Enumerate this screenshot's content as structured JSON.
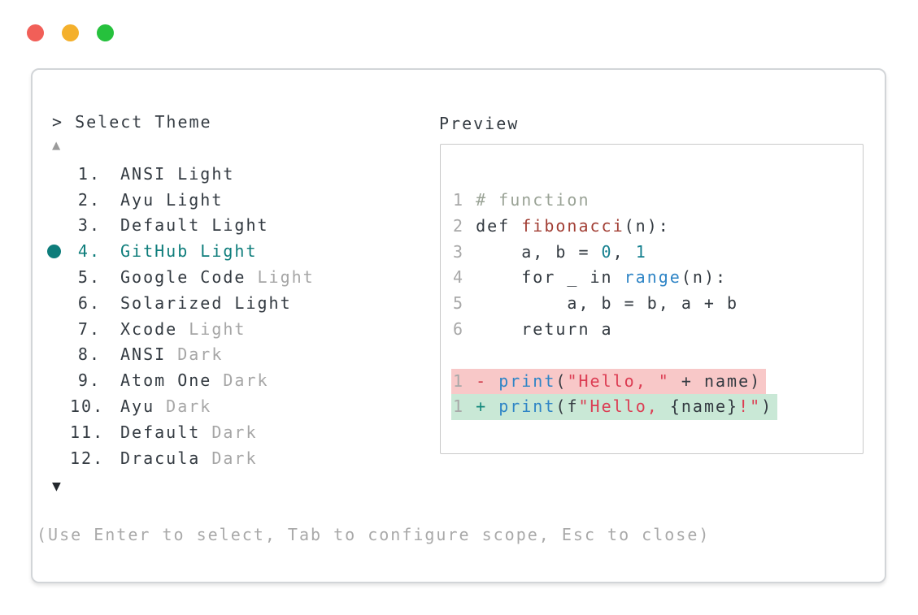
{
  "window": {
    "traffic_lights": [
      {
        "name": "close",
        "color": "#f15f58"
      },
      {
        "name": "minimize",
        "color": "#f4b02c"
      },
      {
        "name": "maximize",
        "color": "#26c13d"
      }
    ]
  },
  "theme_picker": {
    "prompt": "> Select Theme",
    "scroll_up_indicator": "▲",
    "scroll_down_indicator": "▼",
    "items": [
      {
        "number": "1.",
        "name": "ANSI",
        "variant": "Light",
        "variant_dim": false,
        "selected": false
      },
      {
        "number": "2.",
        "name": "Ayu",
        "variant": "Light",
        "variant_dim": false,
        "selected": false
      },
      {
        "number": "3.",
        "name": "Default",
        "variant": "Light",
        "variant_dim": false,
        "selected": false
      },
      {
        "number": "4.",
        "name": "GitHub",
        "variant": "Light",
        "variant_dim": false,
        "selected": true
      },
      {
        "number": "5.",
        "name": "Google Code",
        "variant": "Light",
        "variant_dim": true,
        "selected": false
      },
      {
        "number": "6.",
        "name": "Solarized",
        "variant": "Light",
        "variant_dim": false,
        "selected": false
      },
      {
        "number": "7.",
        "name": "Xcode",
        "variant": "Light",
        "variant_dim": true,
        "selected": false
      },
      {
        "number": "8.",
        "name": "ANSI",
        "variant": "Dark",
        "variant_dim": true,
        "selected": false
      },
      {
        "number": "9.",
        "name": "Atom One",
        "variant": "Dark",
        "variant_dim": true,
        "selected": false
      },
      {
        "number": "10.",
        "name": "Ayu",
        "variant": "Dark",
        "variant_dim": true,
        "selected": false
      },
      {
        "number": "11.",
        "name": "Default",
        "variant": "Dark",
        "variant_dim": true,
        "selected": false
      },
      {
        "number": "12.",
        "name": "Dracula",
        "variant": "Dark",
        "variant_dim": true,
        "selected": false
      }
    ],
    "help_text": "(Use Enter to select, Tab to configure scope, Esc to close)"
  },
  "preview": {
    "title": "Preview",
    "code_lines": [
      {
        "num": "1",
        "diff": null,
        "tokens": [
          [
            "comment",
            "# function"
          ]
        ]
      },
      {
        "num": "2",
        "diff": null,
        "tokens": [
          [
            "plain",
            "def "
          ],
          [
            "func",
            "fibonacci"
          ],
          [
            "plain",
            "(n):"
          ]
        ]
      },
      {
        "num": "3",
        "diff": null,
        "tokens": [
          [
            "plain",
            "    a, b = "
          ],
          [
            "num",
            "0"
          ],
          [
            "plain",
            ", "
          ],
          [
            "num",
            "1"
          ]
        ]
      },
      {
        "num": "4",
        "diff": null,
        "tokens": [
          [
            "plain",
            "    for _ in "
          ],
          [
            "blue",
            "range"
          ],
          [
            "plain",
            "(n):"
          ]
        ]
      },
      {
        "num": "5",
        "diff": null,
        "tokens": [
          [
            "plain",
            "        a, b = b, a + b"
          ]
        ]
      },
      {
        "num": "6",
        "diff": null,
        "tokens": [
          [
            "plain",
            "    return a"
          ]
        ]
      },
      {
        "num": "",
        "diff": null,
        "tokens": []
      },
      {
        "num": "1",
        "diff": "del",
        "tokens": [
          [
            "del",
            "- "
          ],
          [
            "blue",
            "print"
          ],
          [
            "plain",
            "("
          ],
          [
            "string",
            "\"Hello, \""
          ],
          [
            "plain",
            " + name)"
          ]
        ]
      },
      {
        "num": "1",
        "diff": "add",
        "tokens": [
          [
            "add",
            "+ "
          ],
          [
            "blue",
            "print"
          ],
          [
            "plain",
            "(f"
          ],
          [
            "string",
            "\"Hello, "
          ],
          [
            "plain",
            "{name}"
          ],
          [
            "string",
            "!\""
          ],
          [
            "plain",
            ")"
          ]
        ]
      }
    ]
  },
  "colors": {
    "accent_teal": "#0e7d7b",
    "text_dark": "#333a41",
    "text_dim": "#a6a6a6",
    "comment": "#9aa396",
    "function_red": "#a23f35",
    "number_literal_teal": "#15808f",
    "call_blue": "#2f85c6",
    "string_red": "#dc3d53",
    "diff_removed_marker": "#cf3a4a",
    "diff_added_marker": "#14897c",
    "diff_removed_bg": "#f8c8c8",
    "diff_added_bg": "#c9e8d6",
    "traffic_red": "#f15f58",
    "traffic_yellow": "#f4b02c",
    "traffic_green": "#26c13d"
  }
}
